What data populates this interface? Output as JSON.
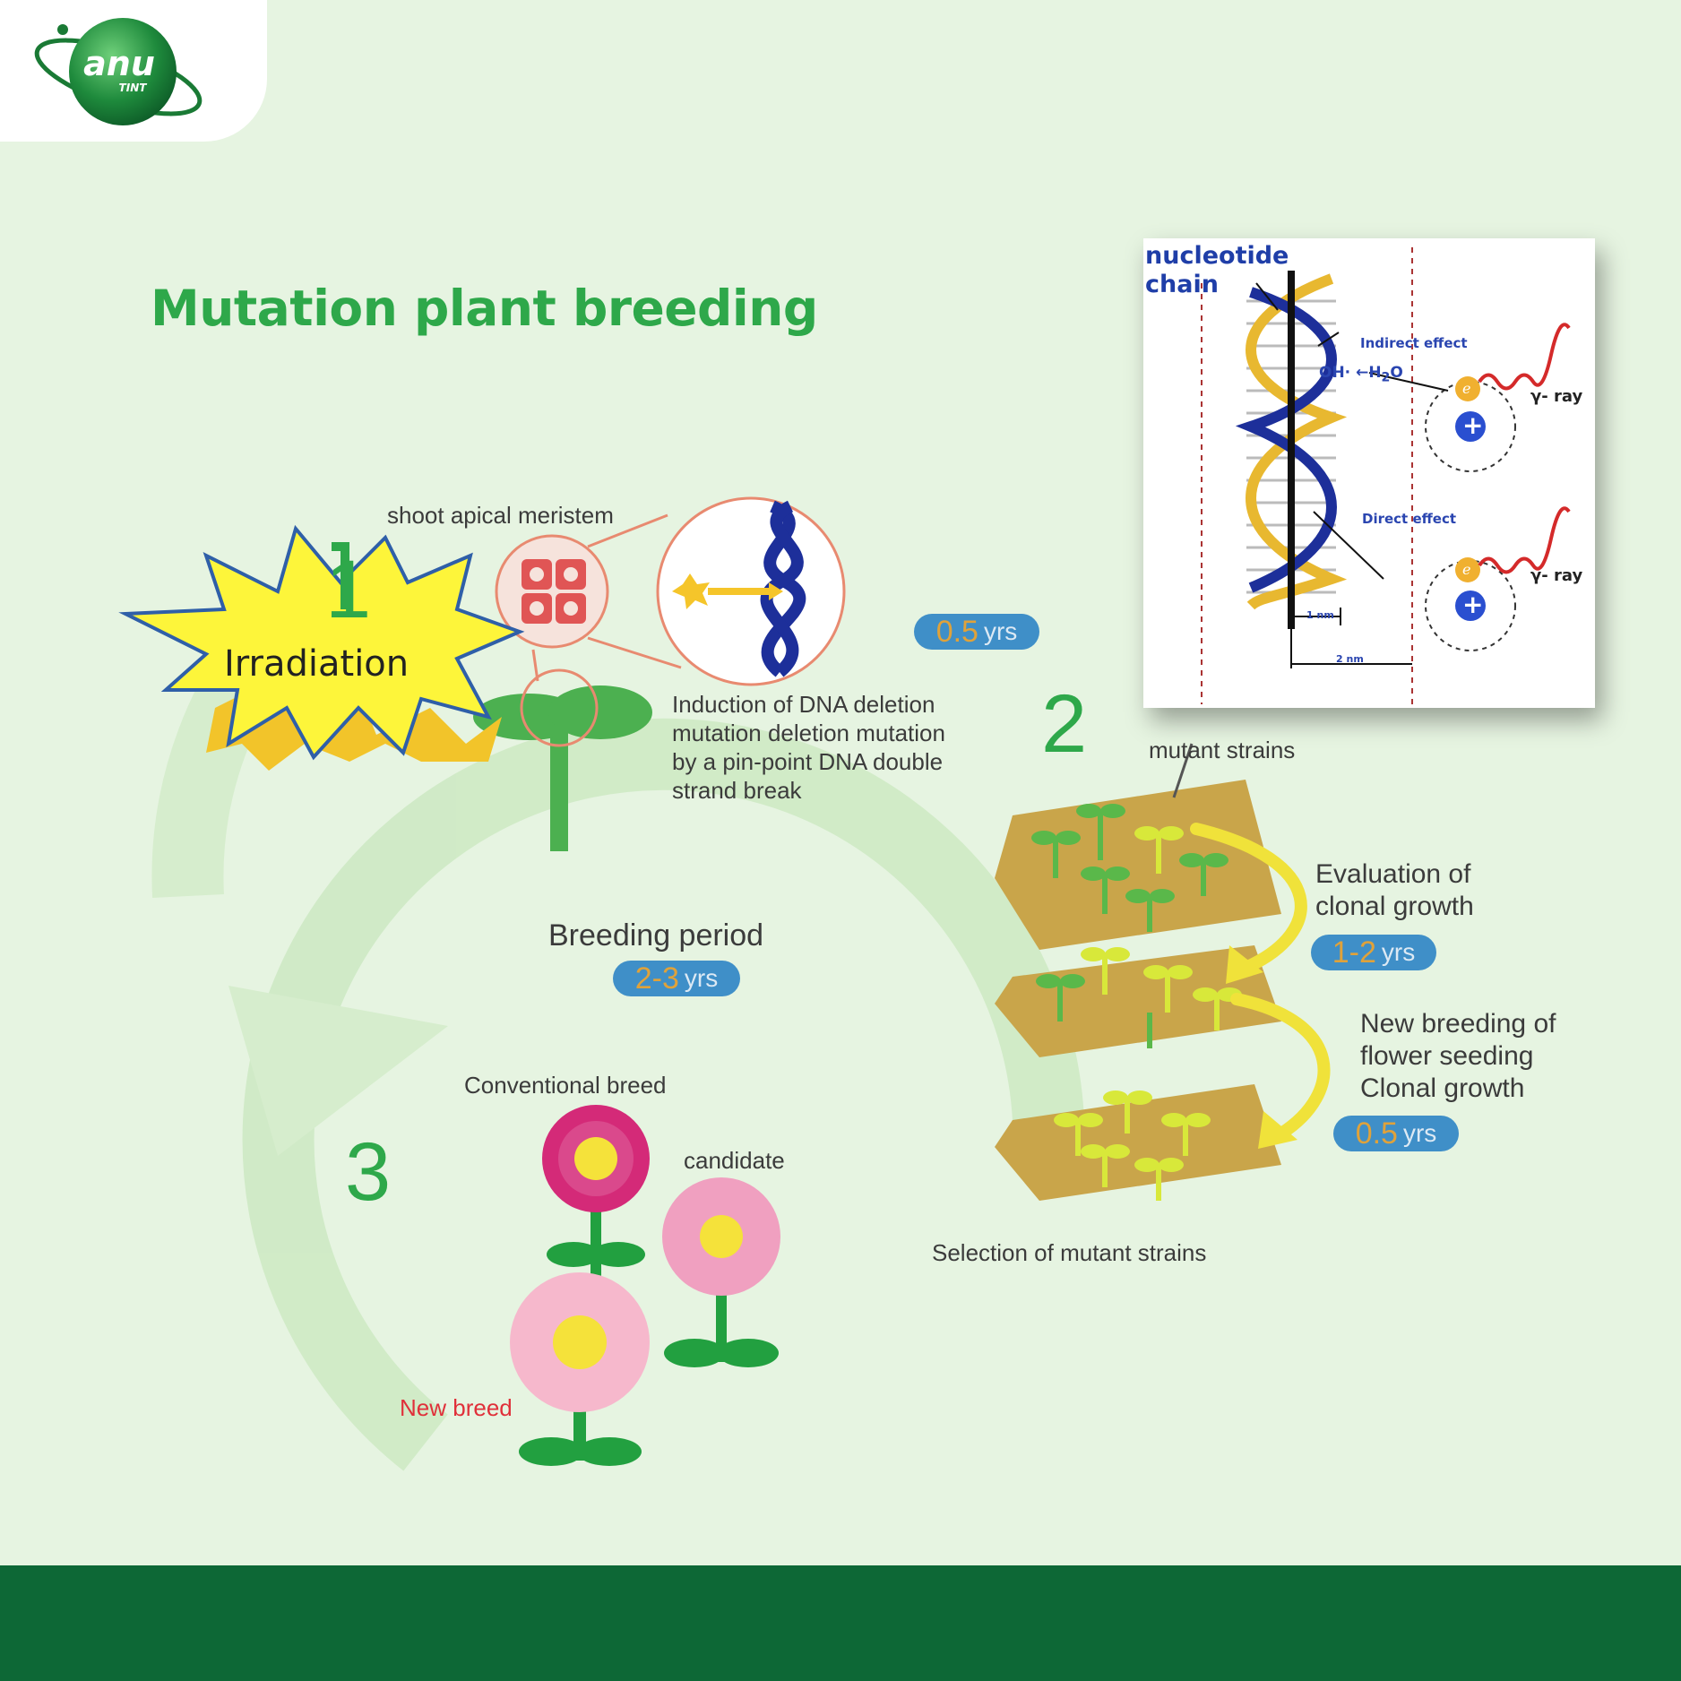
{
  "brand": {
    "name": "anu",
    "sub": "TINT"
  },
  "title": "Mutation plant breeding",
  "step1": {
    "number": "1",
    "burst": "Irradiation",
    "meristem_label": "shoot apical meristem",
    "induction": [
      "Induction of DNA deletion",
      "mutation deletion mutation",
      "by a pin-point DNA double",
      "strand break"
    ]
  },
  "step2": {
    "number": "2",
    "period": {
      "value": "0.5",
      "unit": "yrs"
    },
    "mutant_strains": "mutant strains",
    "evaluation": [
      "Evaluation of",
      "clonal growth"
    ],
    "evaluation_period": {
      "value": "1-2",
      "unit": "yrs"
    },
    "new_breeding": [
      "New breeding of",
      "flower seeding",
      "Clonal growth"
    ],
    "new_breeding_period": {
      "value": "0.5",
      "unit": "yrs"
    },
    "selection": "Selection of mutant strains"
  },
  "center": {
    "label": "Breeding period",
    "period": {
      "value": "2-3",
      "unit": "yrs"
    }
  },
  "step3": {
    "number": "3",
    "conventional": "Conventional breed",
    "candidate": "candidate",
    "new_breed": "New breed"
  },
  "inset": {
    "chain_line1": "nucleotide",
    "chain_line2": "chain",
    "indirect": "Indirect effect",
    "direct": "Direct effect",
    "oh": "OH·",
    "h2o": "H",
    "h2o_sub": "2",
    "h2o_o": "O",
    "ray1": "γ- ray",
    "ray2": "γ- ray",
    "nm1": "1 nm",
    "nm2": "2 nm",
    "electron": "e",
    "plus": "+"
  },
  "colors": {
    "green_title": "#2ea84a",
    "footer": "#0d6836",
    "pill": "#3f8fc8",
    "pill_value": "#e0a23a",
    "inset_blue": "#1f3ea8",
    "new_breed_red": "#e0303a"
  }
}
